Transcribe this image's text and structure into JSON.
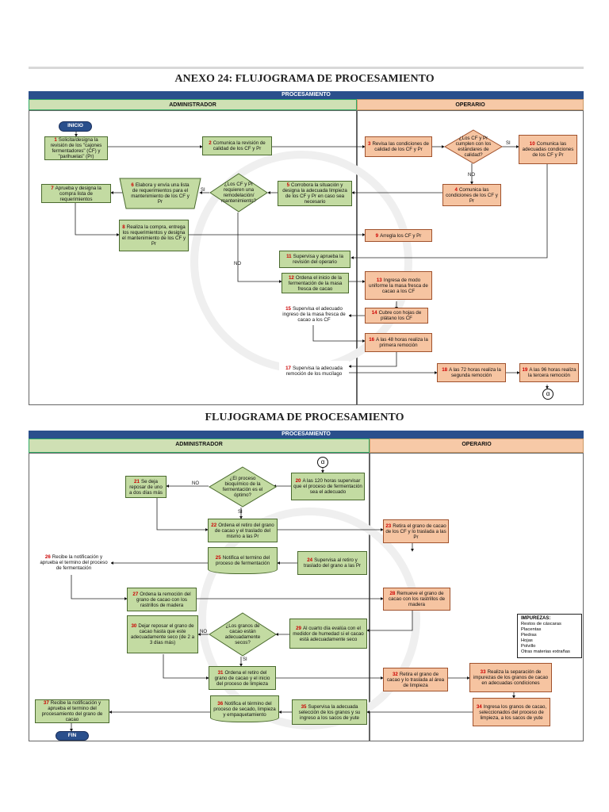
{
  "page1": {
    "title": "ANEXO 24: FLUJOGRAMA DE PROCESAMIENTO",
    "section": "PROCESAMIENTO",
    "lane_adm": "ADMINISTRADOR",
    "lane_op": "OPERARIO",
    "start": "INICIO",
    "connector": "α",
    "yes": "SI",
    "no": "NO",
    "nodes": {
      "n1": {
        "num": "1",
        "text": "Solicita/designa la revisión de los \"cajones fermentadores\" (CF) y \"parihuelas\" (Pr)"
      },
      "n2": {
        "num": "2",
        "text": "Comunica la revisión de calidad de los CF y Pr"
      },
      "n3": {
        "num": "3",
        "text": "Revisa las condiciones de calidad de los CF y Pr"
      },
      "d_cumplen": {
        "text": "¿Los CF y Pr cumplen con los estándares de calidad?"
      },
      "n10": {
        "num": "10",
        "text": "Comunica las adecuadas condiciones de los CF y Pr"
      },
      "n4": {
        "num": "4",
        "text": "Comunica las condiciones de los CF y Pr"
      },
      "n5": {
        "num": "5",
        "text": "Corrobora la situación y designa la adecuada limpieza de los CF y Pr en caso sea necesario"
      },
      "d_remodel": {
        "text": "¿Los CF y Pr requieren una remodelación/ mantenimiento?"
      },
      "n6": {
        "num": "6",
        "text": "Elabora y envía una lista de requerimientos para el mantenimiento de los CF y Pr"
      },
      "n7": {
        "num": "7",
        "text": "Aprueba y designa la compra lista de requerimientos"
      },
      "n8": {
        "num": "8",
        "text": "Realiza la compra, entrega los requerimientos y designa el mantenimiento de los CF y Pr"
      },
      "n9": {
        "num": "9",
        "text": "Arregla los CF y Pr"
      },
      "n11": {
        "num": "11",
        "text": "Supervisa y aprueba la revisión del operario"
      },
      "n12": {
        "num": "12",
        "text": "Ordena el inicio de la fermentación de la masa fresca de cacao"
      },
      "n13": {
        "num": "13",
        "text": "Ingresa de modo uniforme la masa fresca de cacao a los CF"
      },
      "n14": {
        "num": "14",
        "text": "Cubre con hojas de plátano los CF"
      },
      "n15": {
        "num": "15",
        "text": "Supervisa el adecuado ingreso de la masa fresca de cacao a los CF"
      },
      "n16": {
        "num": "16",
        "text": "A las 48 horas realiza la primera remoción"
      },
      "n17": {
        "num": "17",
        "text": "Supervisa la adecuada remoción de los mucílago"
      },
      "n18": {
        "num": "18",
        "text": "A las 72 horas realiza la segunda remoción"
      },
      "n19": {
        "num": "19",
        "text": "A las 96 horas realiza la tercera remoción"
      }
    }
  },
  "page2": {
    "title": "FLUJOGRAMA DE PROCESAMIENTO",
    "section": "PROCESAMIENTO",
    "lane_adm": "ADMINISTRADOR",
    "lane_op": "OPERARIO",
    "end": "FIN",
    "connector": "α",
    "yes": "SI",
    "no": "NO",
    "nodes": {
      "n20": {
        "num": "20",
        "text": "A las 120 horas supervisar que el proceso de fermentación sea el adecuado"
      },
      "d_optimo": {
        "text": "¿El proceso bioquímico de la fermentación es el óptimo?"
      },
      "n21": {
        "num": "21",
        "text": "Se deja reposar de uno a dos días más"
      },
      "n22": {
        "num": "22",
        "text": "Ordena el retiro del grano de cacao y el traslado del mismo a las Pr"
      },
      "n23": {
        "num": "23",
        "text": "Retira el grano de cacao de los CF y lo traslada a las Pr"
      },
      "n24": {
        "num": "24",
        "text": "Supervisa al retiro y traslado del grano a las Pr"
      },
      "n25": {
        "num": "25",
        "text": "Notifica el termino del proceso de fermentación"
      },
      "n26": {
        "num": "26",
        "text": "Recibe la notificación y aprueba el termino del proceso de fermentación"
      },
      "n27": {
        "num": "27",
        "text": "Ordena la remoción del grano de cacao con los rastrillos de madera"
      },
      "n28": {
        "num": "28",
        "text": "Remueve el grano de cacao con los rastrillos de madera"
      },
      "n29": {
        "num": "29",
        "text": "Al cuarto día evalúa con el medidor de humedad si el cacao está adecuadamente seco"
      },
      "d_seco": {
        "text": "¿Los granos de cacao están adecuadamente secos?"
      },
      "n30": {
        "num": "30",
        "text": "Dejar reposar el grano de cacao hasta que este adecuadamente seco (de 2 a 3 días más)"
      },
      "n31": {
        "num": "31",
        "text": "Ordena el retiro del grano de cacao y el inicio del proceso de limpieza"
      },
      "n32": {
        "num": "32",
        "text": "Retira el grano de cacao y lo traslada al área de limpieza"
      },
      "n33": {
        "num": "33",
        "text": "Realiza la separación de impurezas de los granos de cacao en adecuadas condiciones"
      },
      "n34": {
        "num": "34",
        "text": "Ingresa los granos de cacao, seleccionados del proceso de limpieza, a los sacos de yute"
      },
      "n35": {
        "num": "35",
        "text": "Supervisa la adecuada selección de los granos y su ingreso a los sacos de yute"
      },
      "n36": {
        "num": "36",
        "text": "Notifica el término del proceso de secado, limpieza y empaquetamiento"
      },
      "n37": {
        "num": "37",
        "text": "Recibe la notificación y aprueba el termino del procesamiento del grano de cacao"
      }
    },
    "impurezas": {
      "title": "IMPUREZAS:",
      "items": [
        "Restos de cáscaras",
        "Placentas",
        "Piedras",
        "Hojas",
        "Polvillo",
        "Otras materias extrañas"
      ]
    }
  }
}
